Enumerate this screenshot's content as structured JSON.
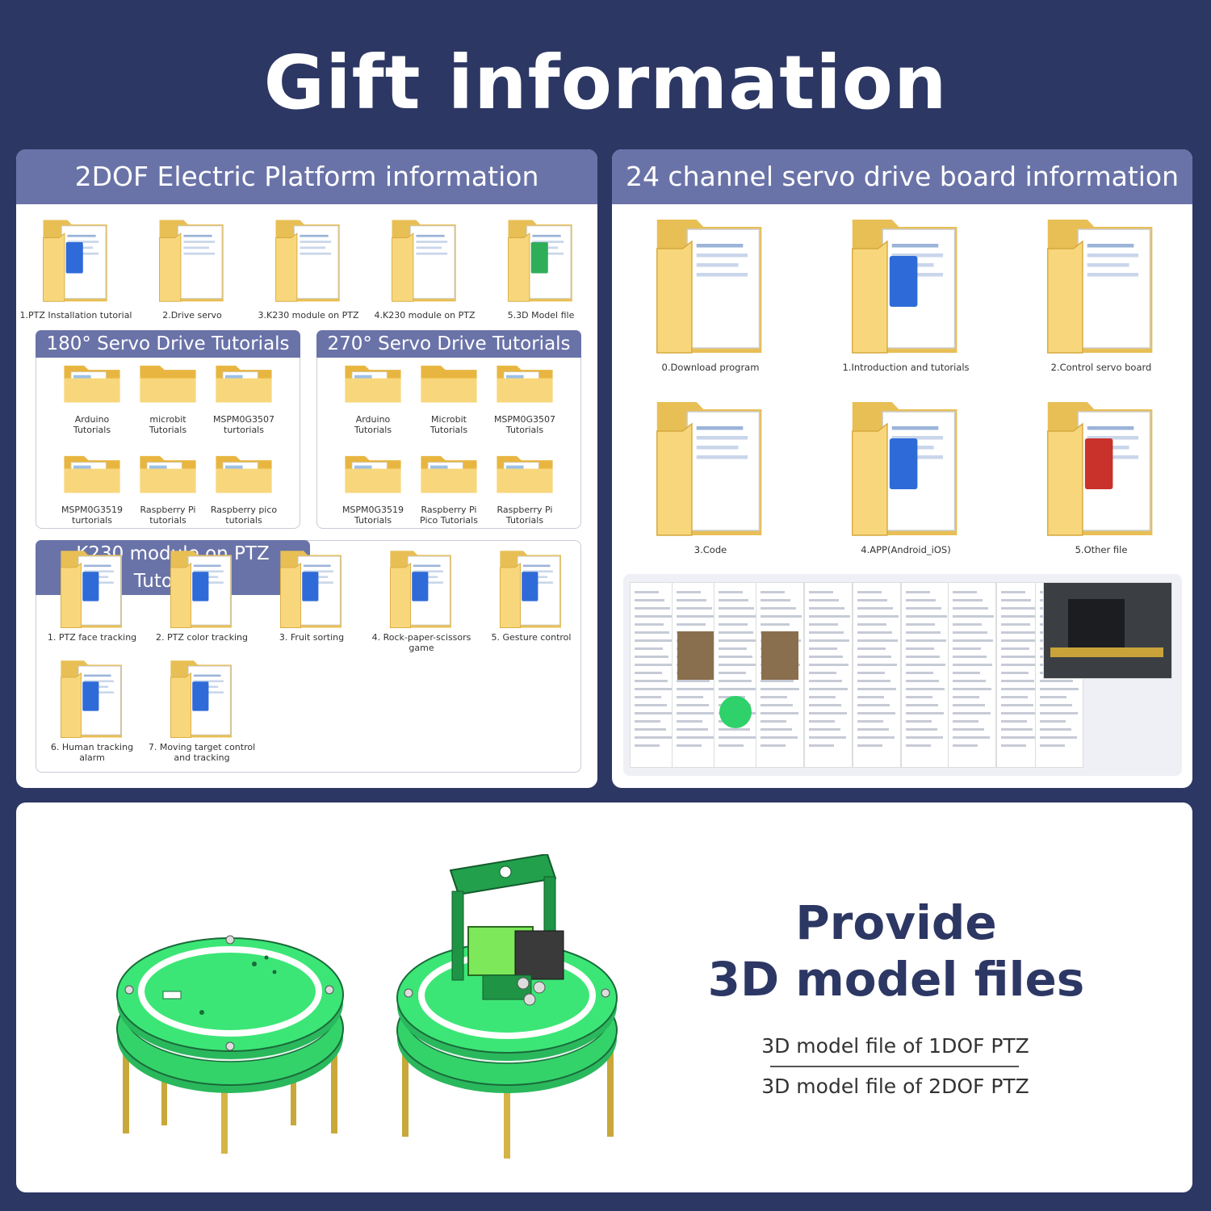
{
  "title": "Gift information",
  "left_card": {
    "header": "2DOF Electric Platform information",
    "files": [
      "1.PTZ Installation tutorial",
      "2.Drive servo",
      "3.K230 module on PTZ",
      "4.K230 module on PTZ",
      "5.3D Model file"
    ],
    "servo180": {
      "header": "180° Servo Drive Tutorials",
      "items": [
        "Arduino Tutorials",
        "microbit Tutorials",
        "MSPM0G3507 turtorials",
        "MSPM0G3519 turtorials",
        "Raspberry Pi tutorials",
        "Raspberry pico tutorials"
      ]
    },
    "servo270": {
      "header": "270° Servo Drive Tutorials",
      "items": [
        "Arduino Tutorials",
        "Microbit Tutorials",
        "MSPM0G3507 Tutorials",
        "MSPM0G3519 Tutorials",
        "Raspberry Pi Pico Tutorials",
        "Raspberry Pi Tutorials"
      ]
    },
    "k230": {
      "header": "K230 module on PTZ Tutorials",
      "items": [
        "1. PTZ face tracking",
        "2. PTZ color tracking",
        "3. Fruit sorting",
        "4. Rock-paper-scissors game",
        "5. Gesture control",
        "6. Human tracking alarm",
        "7. Moving target control and tracking"
      ]
    }
  },
  "right_card": {
    "header": "24 channel servo drive board information",
    "files": [
      "0.Download program",
      "1.Introduction and tutorials",
      "2.Control servo board",
      "3.Code",
      "4.APP(Android_iOS)",
      "5.Other file"
    ]
  },
  "bottom": {
    "title_line1": "Provide",
    "title_line2": "3D model files",
    "items": [
      "3D model file of 1DOF PTZ",
      "3D model file of 2DOF PTZ"
    ]
  },
  "colors": {
    "background": "#2c3764",
    "header": "#6a73a8",
    "folder": "#f8d77c",
    "pcb_green": "#2fd16a"
  }
}
